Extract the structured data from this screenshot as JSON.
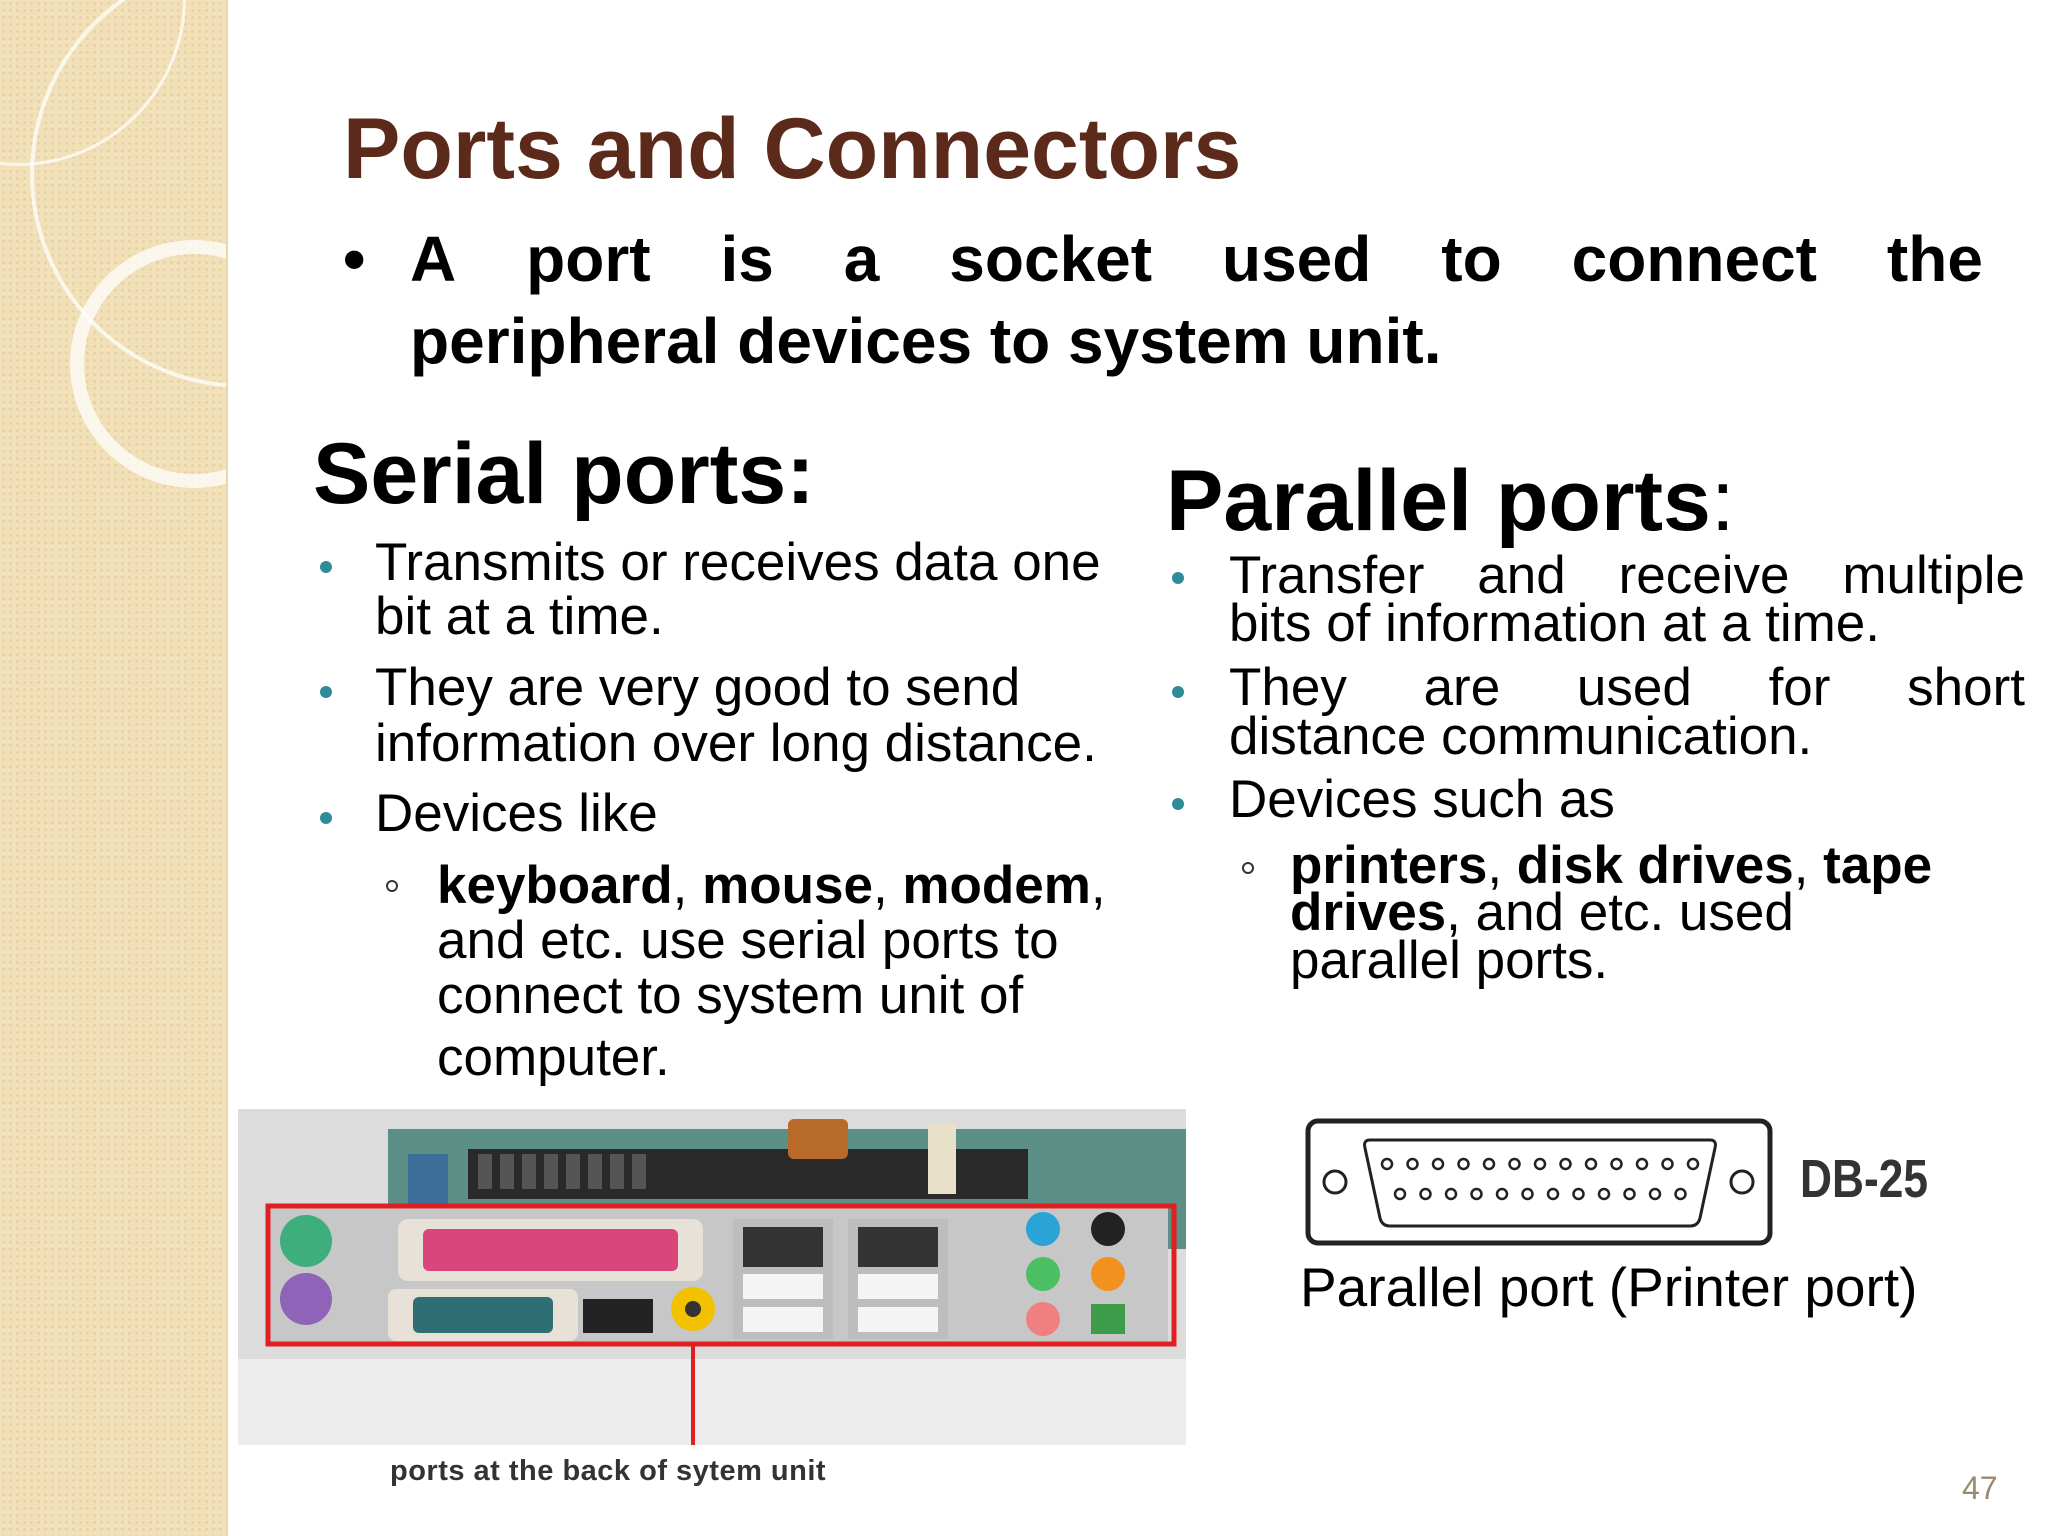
{
  "slide": {
    "title": "Ports and Connectors",
    "intro_bullet": "•",
    "intro_line1_words": [
      "A",
      "port",
      "is",
      "a",
      "socket",
      "used",
      "to",
      "connect",
      "the"
    ],
    "intro_line2": "peripheral devices to system unit.",
    "page_number": "47"
  },
  "serial": {
    "heading": "Serial ports:",
    "bullet1_line1": "Transmits or receives data one",
    "bullet1_line2": "bit at a time.",
    "bullet2_line1": "They are very good to send",
    "bullet2_line2": "information over long distance.",
    "bullet3": "Devices like",
    "sub_keyboard": "keyboard",
    "sub_comma1": ", ",
    "sub_mouse": "mouse",
    "sub_comma2": ", ",
    "sub_modem": "modem",
    "sub_comma3": ",",
    "sub_line2": "and etc. use serial ports to",
    "sub_line3": "connect to system unit of",
    "sub_line4": "computer."
  },
  "parallel": {
    "heading": "Parallel ports",
    "heading_colon": ":",
    "bullet1_line1_words": [
      "Transfer",
      "and",
      "receive",
      "multiple"
    ],
    "bullet1_line2": "bits of information at a time.",
    "bullet2_line1_words": [
      "They",
      "are",
      "used",
      "for",
      "short"
    ],
    "bullet2_line2": "distance communication.",
    "bullet3": "Devices such as",
    "sub_printers": "printers",
    "sub_comma1": ", ",
    "sub_disk": "disk drives",
    "sub_comma2": ", ",
    "sub_tape": "tape",
    "sub_drives": "drives",
    "sub_rest": ",  and etc. used",
    "sub_line3": "parallel ports."
  },
  "figures": {
    "photo_caption": "ports at the back of sytem unit",
    "db_label": "DB-25",
    "db_caption": "Parallel port (Printer port)"
  },
  "colors": {
    "title": "#5c2a1a",
    "bullet": "#2e8b9a",
    "sidebar": "#f1e0b8",
    "highlight_box": "#e02020"
  }
}
